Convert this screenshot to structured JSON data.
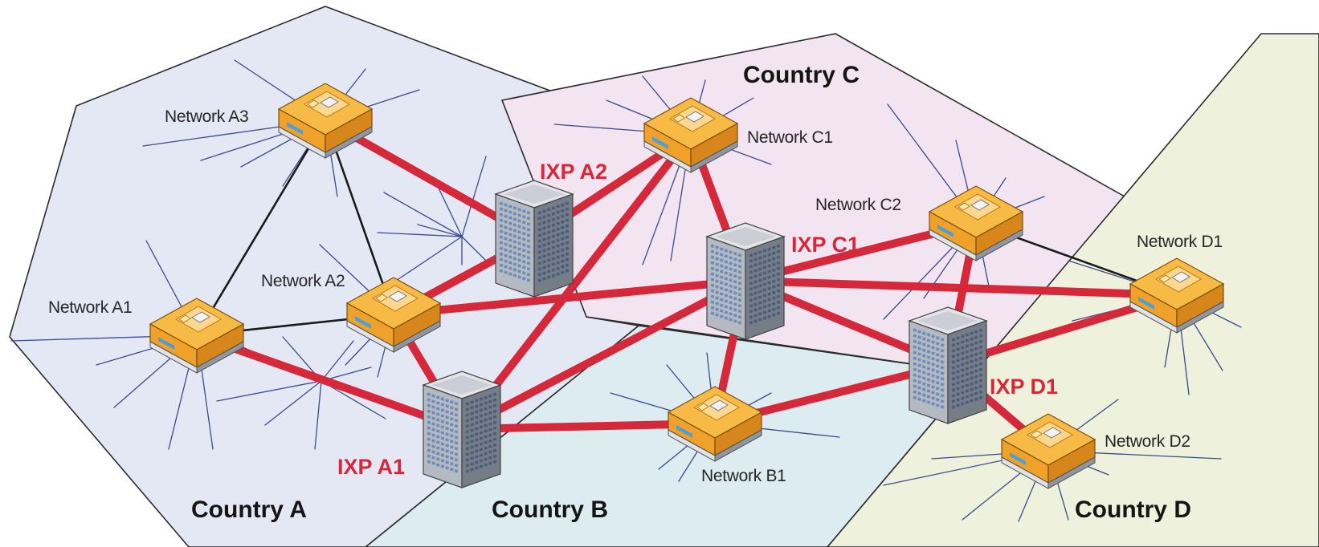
{
  "countries": {
    "a": "Country A",
    "b": "Country B",
    "c": "Country C",
    "d": "Country D"
  },
  "networks": {
    "a1": "Network A1",
    "a2": "Network A2",
    "a3": "Network A3",
    "b1": "Network B1",
    "c1": "Network C1",
    "c2": "Network C2",
    "d1": "Network D1",
    "d2": "Network D2"
  },
  "ixps": {
    "a1": "IXP A1",
    "a2": "IXP A2",
    "c1": "IXP C1",
    "d1": "IXP D1"
  },
  "colors": {
    "country_a": "#e4e8f4",
    "country_b": "#dcecf0",
    "country_c": "#f2e5f1",
    "country_d": "#eef2dc",
    "ixp_link": "#d5283a",
    "peering_link": "#1a1a1a",
    "customer_link": "#3b4a8c",
    "switch": "#f0a12a",
    "server": "#9aa0a9"
  }
}
